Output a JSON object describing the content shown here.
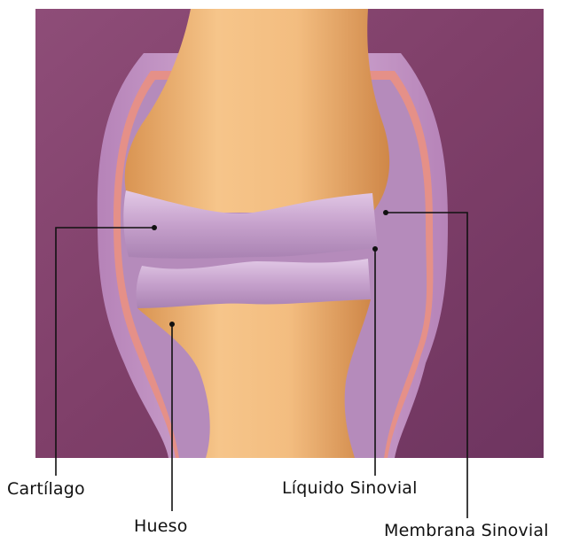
{
  "labels": {
    "cartilage": "Cartílago",
    "bone": "Hueso",
    "synovial_fluid": "Líquido Sinovial",
    "synovial_membrane": "Membrana Sinovial"
  },
  "colors": {
    "background": "#8a4a72",
    "bone": "#f0b878",
    "cartilage": "#c9a6cf",
    "capsule": "#c89ac8",
    "fluid": "#e58f88",
    "leader": "#111111"
  }
}
